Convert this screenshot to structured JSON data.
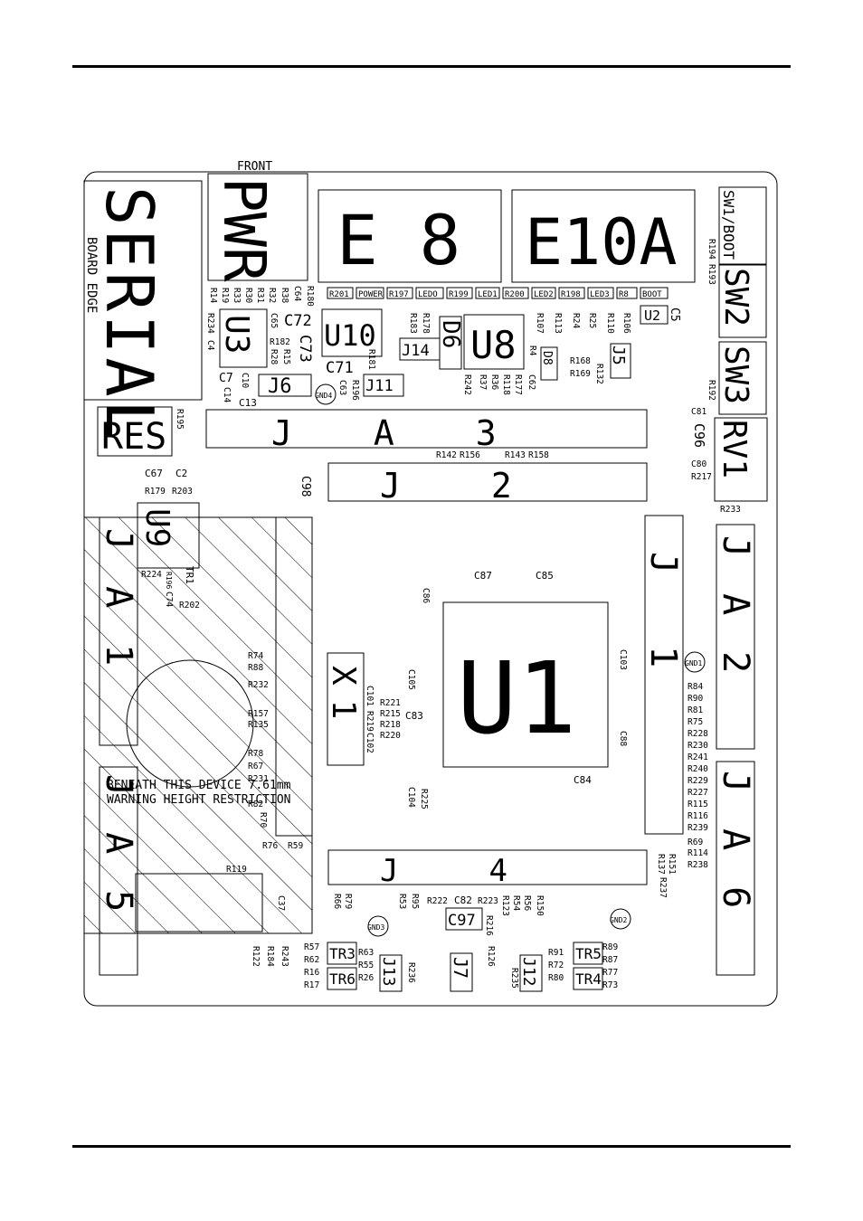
{
  "board": {
    "front_label": "FRONT",
    "edge_label": "BOARD EDGE",
    "warning_line1": "BENEATH THIS DEVICE 7.61mm",
    "warning_line2": "WARNING HEIGHT RESTRICTION"
  },
  "big_labels": {
    "serial": "SERIAL",
    "pwr": "PWR",
    "e8": "E 8",
    "e10a": "E10A",
    "sw1": "SW1/BOOT",
    "sw2": "SW2",
    "sw3": "SW3",
    "res": "RES",
    "rv1": "RV1",
    "ja3": "JA3",
    "j2": "J2",
    "ja2": "JA2",
    "ja6": "JA6",
    "j4": "J4",
    "ja1": "JA1",
    "ja5": "JA5",
    "u1": "U1",
    "x1": "X1",
    "u3": "U3",
    "u10": "U10",
    "u8": "U8",
    "u9": "U9",
    "j14": "J14",
    "d6": "D6",
    "j6": "J6",
    "j11": "J11",
    "j5": "J5",
    "j13": "J13",
    "j7": "J7",
    "j12": "J12",
    "j1": "J1",
    "c97": "C97"
  },
  "led_row": [
    "R201",
    "POWER",
    "R197",
    "LEDO",
    "R199",
    "LED1",
    "R200",
    "LED2",
    "R198",
    "LED3",
    "R8",
    "BOOT"
  ],
  "small_labels": {
    "r14": "R14",
    "r19": "R19",
    "r33": "R33",
    "r30": "R30",
    "r31": "R31",
    "r32": "R32",
    "r38": "R38",
    "c64": "C64",
    "r180": "R180",
    "r234": "R234",
    "c4": "C4",
    "c65": "C65",
    "c72": "C72",
    "r182": "R182",
    "r28": "R28",
    "r15": "R15",
    "c73": "C73",
    "c71": "C71",
    "r181": "R181",
    "c7": "C7",
    "c10": "C10",
    "c14": "C14",
    "c13": "C13",
    "c63": "C63",
    "r196": "R196",
    "gnd4": "GND4",
    "r183": "R183",
    "r178": "R178",
    "r242": "R242",
    "r37": "R37",
    "r36": "R36",
    "r118": "R118",
    "r177": "R177",
    "c62": "C62",
    "r4": "R4",
    "d8": "D8",
    "r107": "R107",
    "r113": "R113",
    "r24": "R24",
    "r25": "R25",
    "r110": "R110",
    "r106": "R106",
    "u2": "U2",
    "c5": "C5",
    "r168": "R168",
    "r169": "R169",
    "r132": "R132",
    "r194": "R194",
    "r193": "R193",
    "r192": "R192",
    "c81": "C81",
    "c96": "C96",
    "c80": "C80",
    "r217": "R217",
    "r195": "R195",
    "r142": "R142",
    "r156": "R156",
    "r143": "R143",
    "r158": "R158",
    "c67": "C67",
    "c2": "C2",
    "r179": "R179",
    "r203": "R203",
    "c98": "C98",
    "r233": "R233",
    "r224": "R224",
    "tr1": "TR1",
    "r196b": "R196",
    "c74": "C74",
    "r202": "R202",
    "c87": "C87",
    "c85": "C85",
    "c86": "C86",
    "c103": "C103",
    "gnd1": "GND1",
    "r74": "R74",
    "r88": "R88",
    "r232": "R232",
    "r157": "R157",
    "r135": "R135",
    "r78": "R78",
    "r67": "R67",
    "r231": "R231",
    "r82": "R82",
    "r70": "R70",
    "r76": "R76",
    "r59": "R59",
    "r119": "R119",
    "c37": "C37",
    "c105": "C105",
    "c101": "C101",
    "r219": "R219",
    "c102": "C102",
    "r221": "R221",
    "r215": "R215",
    "r218": "R218",
    "r220": "R220",
    "c83": "C83",
    "c88": "C88",
    "c84": "C84",
    "c104": "C104",
    "r225": "R225",
    "r84": "R84",
    "r90": "R90",
    "r81": "R81",
    "r75": "R75",
    "r228": "R228",
    "r230": "R230",
    "r241": "R241",
    "r240": "R240",
    "r229": "R229",
    "r227": "R227",
    "r115": "R115",
    "r116": "R116",
    "r239": "R239",
    "r69": "R69",
    "r114": "R114",
    "r238": "R238",
    "r151": "R151",
    "r137": "R137",
    "r237": "R237",
    "r79": "R79",
    "r66": "R66",
    "r95": "R95",
    "r53": "R53",
    "r222": "R222",
    "c82": "C82",
    "r223": "R223",
    "r123": "R123",
    "r54": "R54",
    "r56": "R56",
    "r150": "R150",
    "r216": "R216",
    "gnd3": "GND3",
    "gnd2": "GND2",
    "r122": "R122",
    "r184": "R184",
    "r243": "R243",
    "r57": "R57",
    "r62": "R62",
    "r16": "R16",
    "r17": "R17",
    "tr3": "TR3",
    "tr6": "TR6",
    "r63": "R63",
    "r55": "R55",
    "r26": "R26",
    "r236": "R236",
    "r126": "R126",
    "r235": "R235",
    "r91": "R91",
    "r72": "R72",
    "r80": "R80",
    "tr5": "TR5",
    "tr4": "TR4",
    "r89": "R89",
    "r87": "R87",
    "r77": "R77",
    "r73": "R73"
  }
}
